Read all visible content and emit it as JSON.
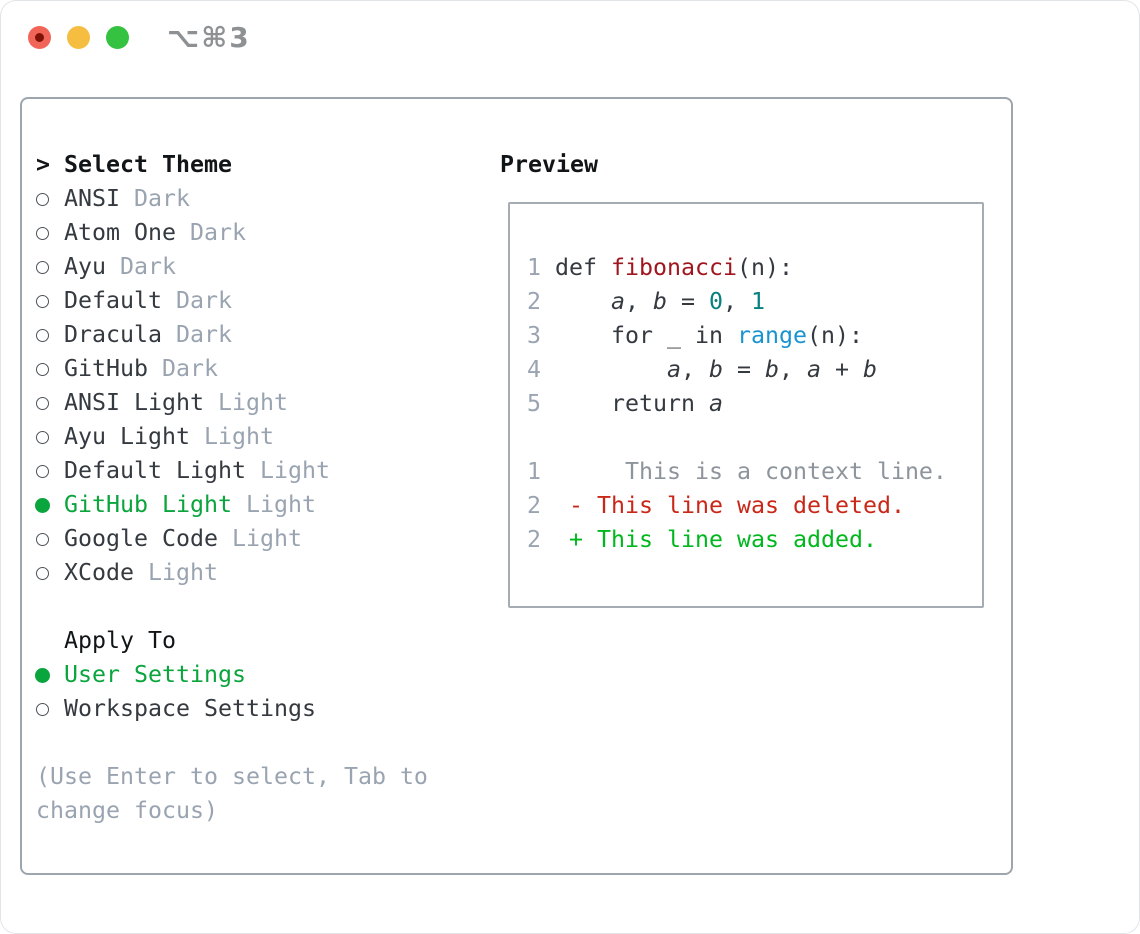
{
  "window": {
    "title": "⌥⌘3"
  },
  "colors": {
    "traffic_red": "#f16559",
    "traffic_red_dot": "#7f1206",
    "traffic_yellow": "#f6be40",
    "traffic_green": "#34c240",
    "title_gray": "#8e9194",
    "panel_border": "#9da6af",
    "preview_border": "#a5acb4",
    "text_dark": "#353a40",
    "text_black": "#121517",
    "muted_gray": "#9aa4b1",
    "context_gray": "#8d949c",
    "selection_green": "#0ba53d",
    "added_green": "#00b81e",
    "deleted_red": "#c92818",
    "function_red": "#a0161e",
    "builtin_blue": "#1a94cf",
    "number_teal": "#088080"
  },
  "theme_list": {
    "header_prefix": ">",
    "header": "Select Theme",
    "items": [
      {
        "name": "ANSI",
        "variant": "Dark",
        "selected": false
      },
      {
        "name": "Atom One",
        "variant": "Dark",
        "selected": false
      },
      {
        "name": "Ayu",
        "variant": "Dark",
        "selected": false
      },
      {
        "name": "Default",
        "variant": "Dark",
        "selected": false
      },
      {
        "name": "Dracula",
        "variant": "Dark",
        "selected": false
      },
      {
        "name": "GitHub",
        "variant": "Dark",
        "selected": false
      },
      {
        "name": "ANSI Light",
        "variant": "Light",
        "selected": false
      },
      {
        "name": "Ayu Light",
        "variant": "Light",
        "selected": false
      },
      {
        "name": "Default Light",
        "variant": "Light",
        "selected": false
      },
      {
        "name": "GitHub Light",
        "variant": "Light",
        "selected": true
      },
      {
        "name": "Google Code",
        "variant": "Light",
        "selected": false
      },
      {
        "name": "XCode",
        "variant": "Light",
        "selected": false
      }
    ]
  },
  "apply_to": {
    "header": "Apply To",
    "items": [
      {
        "name": "User Settings",
        "selected": true
      },
      {
        "name": "Workspace Settings",
        "selected": false
      }
    ]
  },
  "hint": {
    "line1": "(Use Enter to select, Tab to",
    "line2": "change focus)"
  },
  "preview": {
    "header": "Preview",
    "lines": [
      {
        "num": "1",
        "segs": [
          {
            "t": " ",
            "s": "plain"
          },
          {
            "t": "def ",
            "s": "plain"
          },
          {
            "t": "fibonacci",
            "s": "func"
          },
          {
            "t": "(n):",
            "s": "plain"
          }
        ]
      },
      {
        "num": "2",
        "segs": [
          {
            "t": "     ",
            "s": "plain"
          },
          {
            "t": "a",
            "s": "var"
          },
          {
            "t": ", ",
            "s": "plain"
          },
          {
            "t": "b",
            "s": "var"
          },
          {
            "t": " = ",
            "s": "plain"
          },
          {
            "t": "0",
            "s": "number"
          },
          {
            "t": ", ",
            "s": "plain"
          },
          {
            "t": "1",
            "s": "number"
          }
        ]
      },
      {
        "num": "3",
        "segs": [
          {
            "t": "     for _ in ",
            "s": "plain"
          },
          {
            "t": "range",
            "s": "builtin"
          },
          {
            "t": "(n):",
            "s": "plain"
          }
        ]
      },
      {
        "num": "4",
        "segs": [
          {
            "t": "         ",
            "s": "plain"
          },
          {
            "t": "a",
            "s": "var"
          },
          {
            "t": ", ",
            "s": "plain"
          },
          {
            "t": "b",
            "s": "var"
          },
          {
            "t": " = ",
            "s": "plain"
          },
          {
            "t": "b",
            "s": "var"
          },
          {
            "t": ", ",
            "s": "plain"
          },
          {
            "t": "a",
            "s": "var"
          },
          {
            "t": " + ",
            "s": "plain"
          },
          {
            "t": "b",
            "s": "var"
          }
        ]
      },
      {
        "num": "5",
        "segs": [
          {
            "t": "     return ",
            "s": "plain"
          },
          {
            "t": "a",
            "s": "var"
          }
        ]
      },
      {
        "num": "",
        "segs": []
      },
      {
        "num": "1",
        "segs": [
          {
            "t": "      This is a context line.",
            "s": "context"
          }
        ]
      },
      {
        "num": "2",
        "segs": [
          {
            "t": "  - This line was deleted.",
            "s": "deleted"
          }
        ]
      },
      {
        "num": "2",
        "segs": [
          {
            "t": "  + This line was added.",
            "s": "added"
          }
        ]
      }
    ]
  }
}
